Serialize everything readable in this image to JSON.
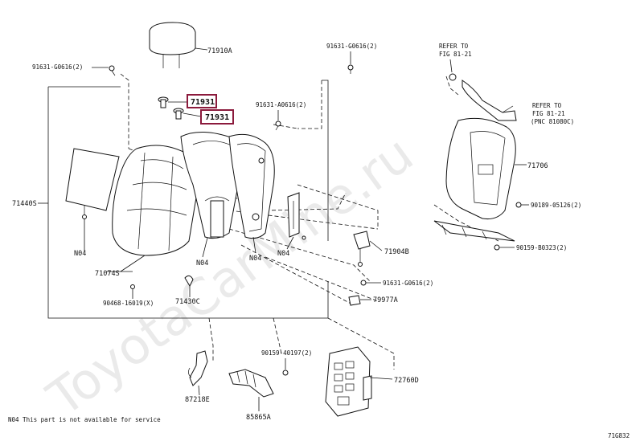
{
  "labels": {
    "p71910A": "71910A",
    "p91631_G0616_left": "91631-G0616(2)",
    "p91631_G0616_top": "91631-G0616(2)",
    "p71931_a": "71931",
    "p71931_b": "71931",
    "p91631_A0616": "91631-A0616(2)",
    "p71440S": "71440S",
    "n04_a": "N04",
    "n04_b": "N04",
    "n04_c": "N04",
    "n04_d": "N04",
    "p71074S": "71074S",
    "p90468": "90468-16019(X)",
    "p71430C": "71430C",
    "p71904B": "71904B",
    "p91631_G0616_mid": "91631-G0616(2)",
    "p79977A": "79977A",
    "p71706": "71706",
    "p90189": "90189-05126(2)",
    "p90159_B0323": "90159-B0323(2)",
    "p90159_40197": "90159-40197(2)",
    "p72760D": "72760D",
    "p87218E": "87218E",
    "p85865A": "85865A",
    "refer1_line1": "REFER TO",
    "refer1_line2": "FIG 81-21",
    "refer2_line1": "REFER TO",
    "refer2_line2": "FIG 81-21",
    "refer2_line3": "(PNC 81080C)"
  },
  "footnote": "N04 This part is not available for service",
  "figure_id": "71G832",
  "watermark": "ToyotaCarMine.ru",
  "colors": {
    "highlight_box": "#8b1a3c",
    "line": "#111111",
    "watermark": "#d9d9d9"
  }
}
